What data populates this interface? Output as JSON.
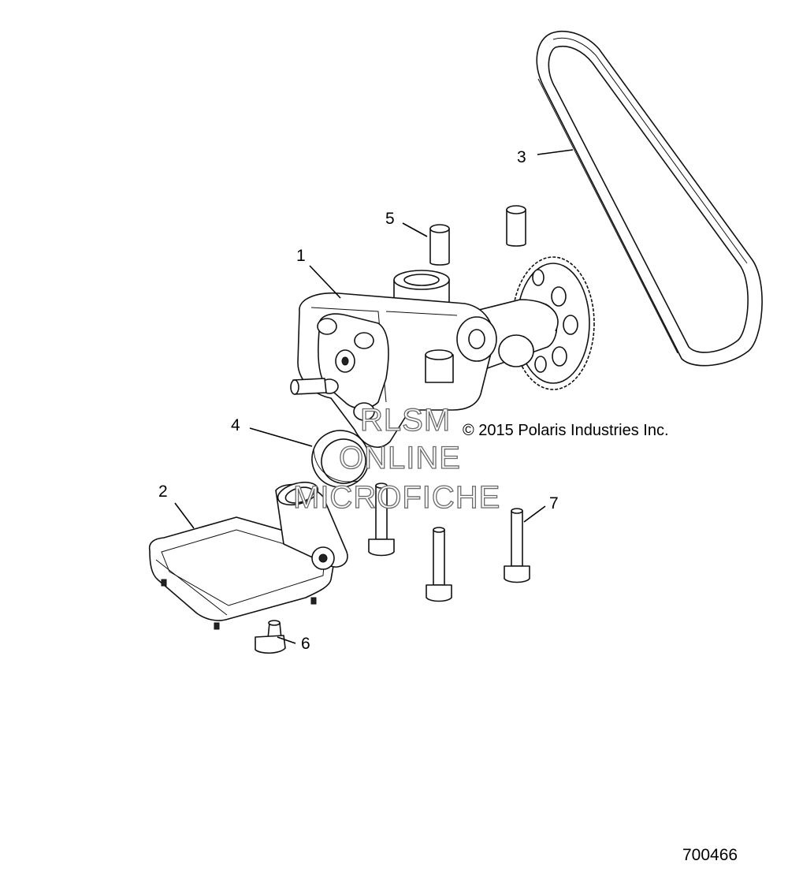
{
  "callouts": {
    "c1": "1",
    "c2": "2",
    "c3": "3",
    "c4": "4",
    "c5": "5",
    "c6": "6",
    "c7": "7"
  },
  "copyright": "© 2015 Polaris Industries Inc.",
  "watermark": {
    "line1": "RLSM",
    "line2": "ONLINE",
    "line3": "MICROFICHE"
  },
  "figure_number": "700466",
  "parts": {
    "p1": "oil-pump-assembly",
    "p2": "oil-pickup-strainer",
    "p3": "drive-chain",
    "p4": "o-ring-seal",
    "p5": "dowel-pin",
    "p6": "plug-screw",
    "p7": "mounting-bolt"
  }
}
